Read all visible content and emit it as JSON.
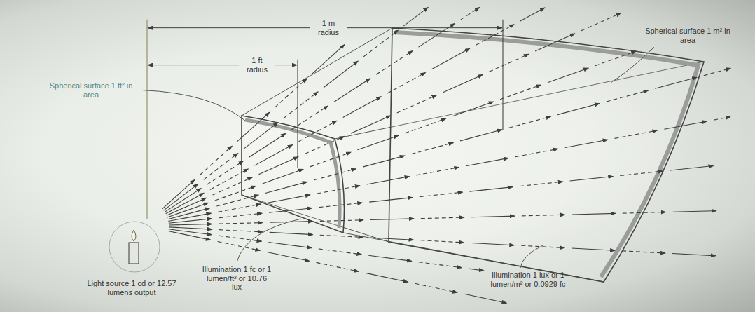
{
  "diagram": {
    "labels": [
      "1 m radius",
      "1 ft radius",
      "Spherical surface 1 ft² in area",
      "Spherical surface 1 m² in area",
      "Light source 1 cd or 12.57 lumens output",
      "Illumination 1 fc or 1 lumen/ft² or 10.76 lux",
      "Illumination 1 lux or 1 lumen/m² or 0.0929 fc"
    ]
  }
}
